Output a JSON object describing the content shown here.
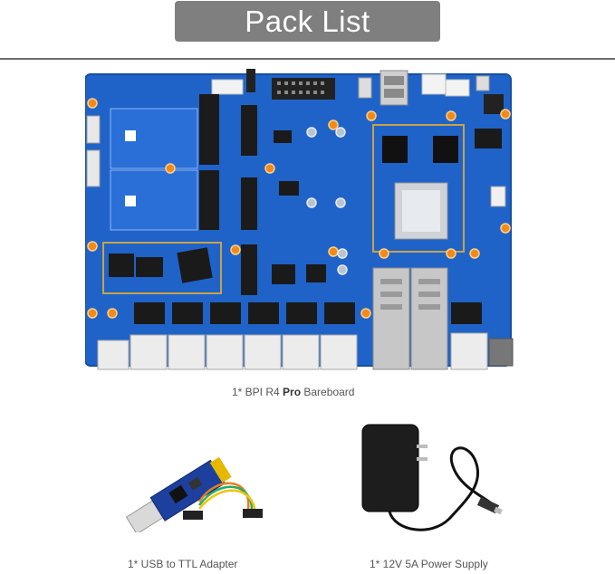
{
  "header": {
    "title": "Pack List"
  },
  "items": [
    {
      "caption_prefix": "1* BPI R4 ",
      "caption_emphasis": "Pro",
      "caption_suffix": " Bareboard"
    },
    {
      "caption": "1* USB to TTL Adapter"
    },
    {
      "caption": "1* 12V 5A Power Supply"
    }
  ],
  "colors": {
    "title_bg": "#7f7f7f",
    "board_blue": "#1f63c8",
    "rule": "#6d6d6d"
  }
}
